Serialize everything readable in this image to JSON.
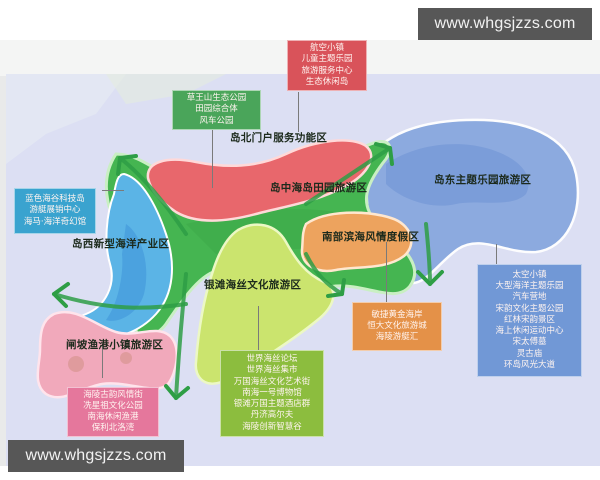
{
  "watermarks": {
    "top_right": "www.whgsjzzs.com",
    "bottom_left": "www.whgsjzzs.com"
  },
  "colors": {
    "background_sea": "#dcdff3",
    "north_gateway": "#e8646a",
    "central_farm": "#3fb34a",
    "east_theme_park": "#7f9fd6",
    "south_resort": "#eaa15c",
    "silver_beach": "#c6e068",
    "west_marine": "#55aee0",
    "fishing_town": "#efa6b8",
    "arrow_green": "#2e9e45",
    "watermark_bg": "#575757"
  },
  "zones": {
    "north_gateway": "岛北门户服务功能区",
    "central_farm": "岛中海岛田园旅游区",
    "east_theme_park": "岛东主题乐园旅游区",
    "south_resort": "南部滨海风情度假区",
    "west_marine": "岛西新型海洋产业区",
    "silver_beach": "银滩海丝文化旅游区",
    "fishing_town": "闸坡渔港小镇旅游区"
  },
  "info_boxes": {
    "north_gateway": [
      "航空小镇",
      "儿童主题乐园",
      "旅游服务中心",
      "生态休闲岛"
    ],
    "central_farm": [
      "草王山生态公园",
      "田园综合体",
      "风车公园"
    ],
    "west_marine": [
      "蓝色海谷科技岛",
      "游艇展销中心",
      "海马·海洋奇幻馆"
    ],
    "south_resort": [
      "敏捷黄金海岸",
      "恒大文化旅游城",
      "海陵游艇汇"
    ],
    "silver_beach": [
      "世界海丝论坛",
      "世界海丝集市",
      "万国海丝文化艺术街",
      "南海一号博物馆",
      "银滩万国主题酒店群",
      "丹济高尔夫",
      "海陵创新智慧谷"
    ],
    "fishing_town": [
      "海陵古韵风情街",
      "冼星祖文化公园",
      "南海休闲渔港",
      "保利北洛湾"
    ],
    "east_theme_park": [
      "太空小镇",
      "大型海洋主题乐园",
      "汽车营地",
      "宋韵文化主题公园",
      "红林宋韵景区",
      "海上休闲运动中心",
      "宋太傅墓",
      "灵古庙",
      "环岛风光大道"
    ]
  }
}
